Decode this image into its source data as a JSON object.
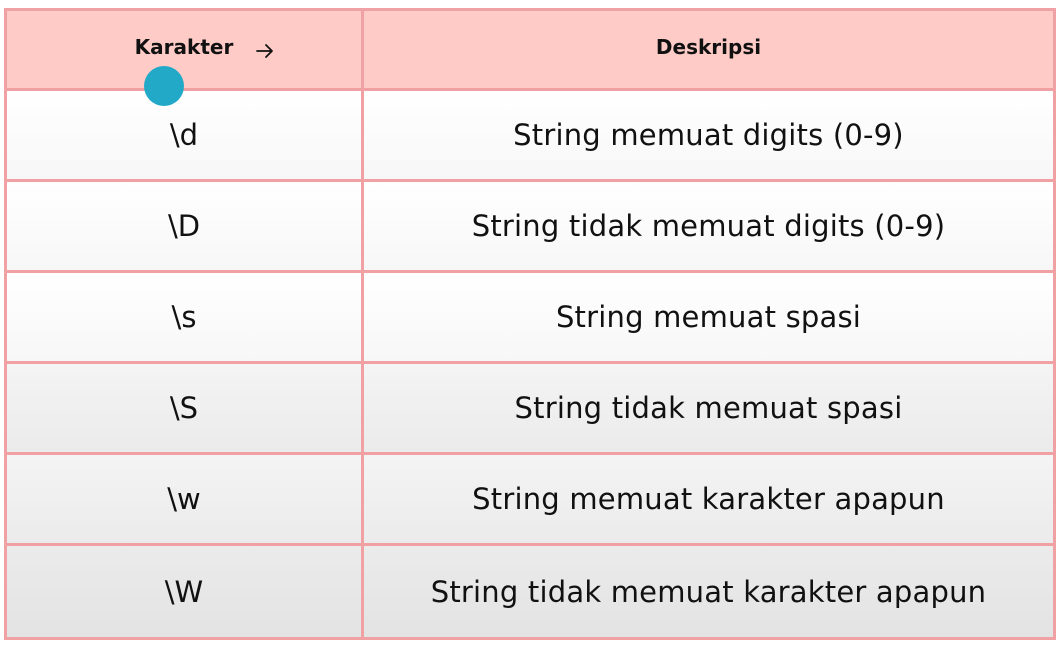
{
  "table": {
    "headers": {
      "character": "Karakter",
      "description": "Deskripsi"
    },
    "rows": [
      {
        "character": "\\d",
        "description": "String memuat digits (0-9)"
      },
      {
        "character": "\\D",
        "description": "String tidak memuat digits (0-9)"
      },
      {
        "character": "\\s",
        "description": "String memuat spasi"
      },
      {
        "character": "\\S",
        "description": "String tidak memuat spasi"
      },
      {
        "character": "\\w",
        "description": "String memuat karakter apapun"
      },
      {
        "character": "\\W",
        "description": "String tidak memuat karakter apapun"
      }
    ]
  },
  "colors": {
    "header_background": "#ffcbc6",
    "border": "#efa1a3",
    "cursor_dot": "#22a9c8"
  },
  "icons": {
    "cursor_arrow": "arrow-right-icon",
    "cursor_indicator": "cursor-dot-icon"
  }
}
